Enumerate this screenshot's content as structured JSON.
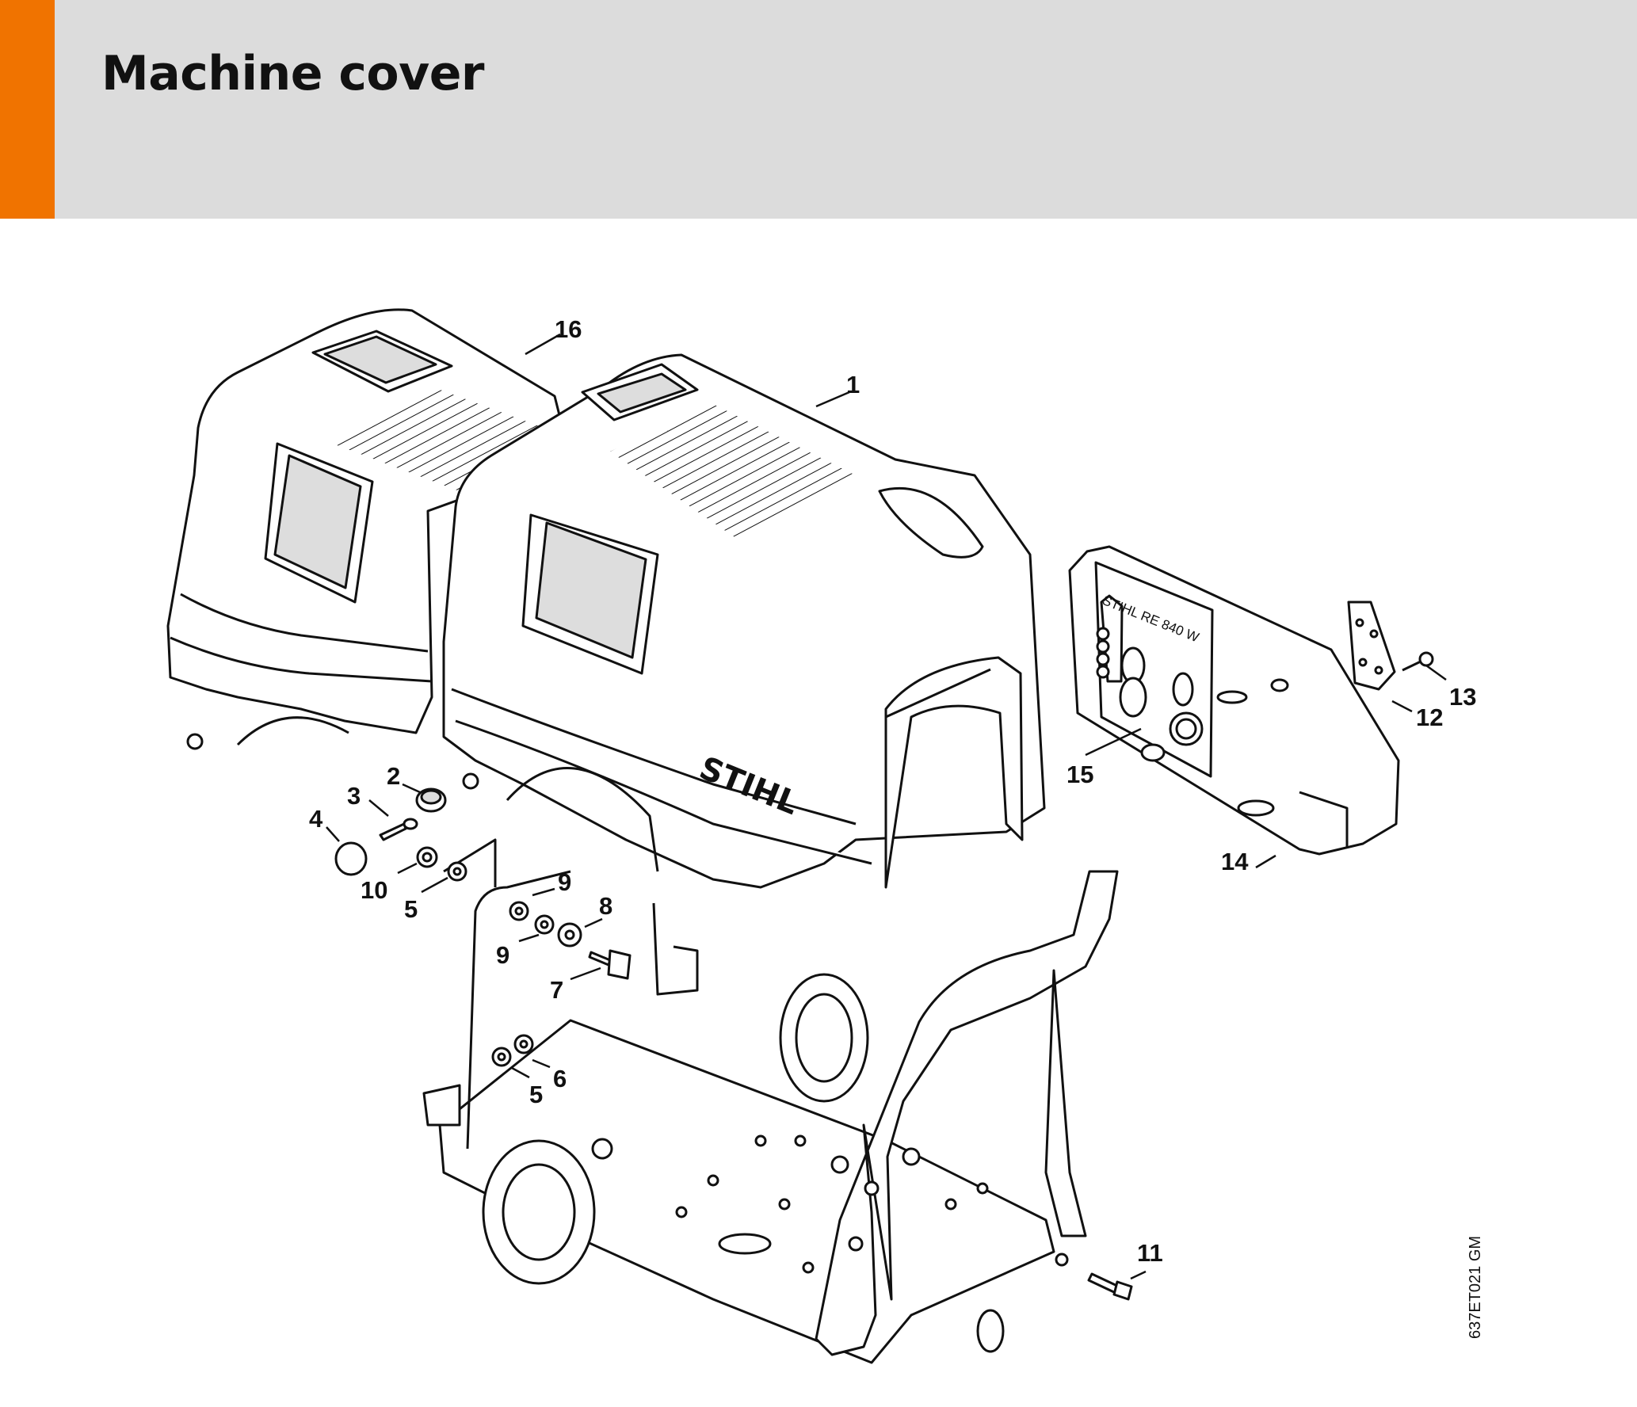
{
  "page": {
    "title": "Machine cover",
    "accent_color": "#f07300",
    "header_color": "#dcdcdc"
  },
  "diagram": {
    "brand_text": "STIHL",
    "panel_text": "STIHL RE 840 W",
    "drawing_code": "637ET021 GM",
    "callouts": [
      "16",
      "1",
      "2",
      "3",
      "4",
      "10",
      "5",
      "9",
      "8",
      "9",
      "7",
      "6",
      "5",
      "15",
      "14",
      "12",
      "13",
      "11"
    ]
  }
}
